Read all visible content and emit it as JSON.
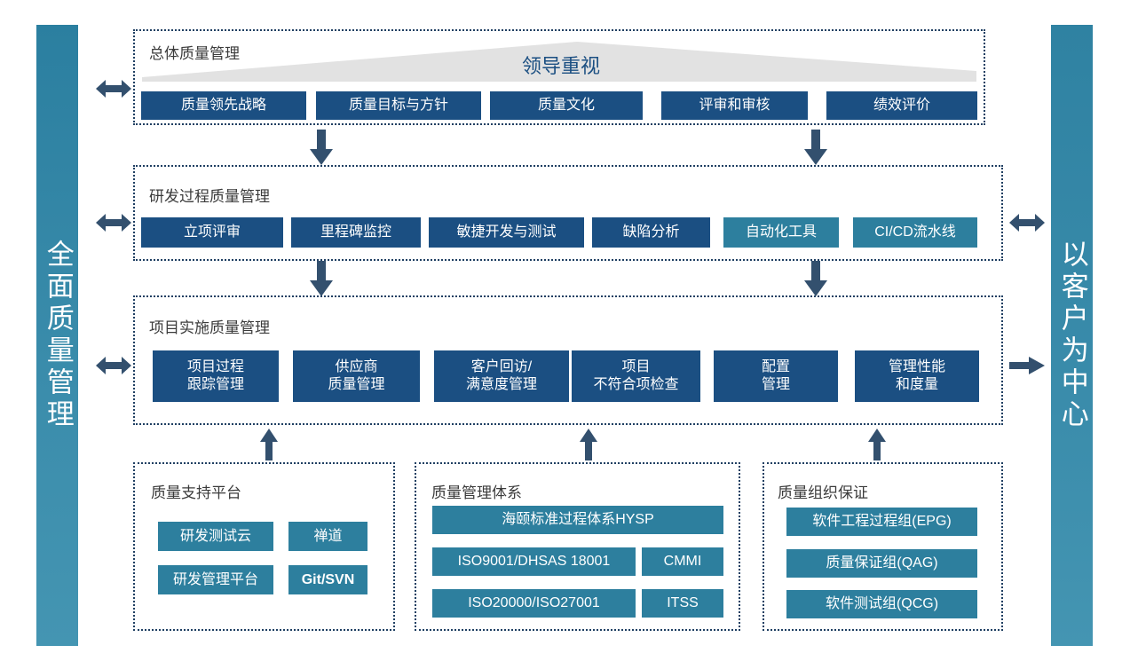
{
  "diagram": {
    "left_pillar": {
      "label": "全面质量管理"
    },
    "right_pillar": {
      "label": "以客户为中心"
    },
    "banner": {
      "label": "领导重视"
    },
    "colors": {
      "navy": "#1b4f82",
      "teal": "#2d7f9e",
      "pillar": "#3a8cab",
      "banner_gray": "#e0e0e0",
      "arrow": "#33506e",
      "dotted_border": "#1f3f62"
    },
    "rows": [
      {
        "title": "总体质量管理",
        "items": [
          {
            "label": "质量领先战略",
            "style": "navy"
          },
          {
            "label": "质量目标与方针",
            "style": "navy"
          },
          {
            "label": "质量文化",
            "style": "navy"
          },
          {
            "label": "评审和审核",
            "style": "navy"
          },
          {
            "label": "绩效评价",
            "style": "navy"
          }
        ]
      },
      {
        "title": "研发过程质量管理",
        "items": [
          {
            "label": "立项评审",
            "style": "navy"
          },
          {
            "label": "里程碑监控",
            "style": "navy"
          },
          {
            "label": "敏捷开发与测试",
            "style": "navy"
          },
          {
            "label": "缺陷分析",
            "style": "navy"
          },
          {
            "label": "自动化工具",
            "style": "teal"
          },
          {
            "label": "CI/CD流水线",
            "style": "teal"
          }
        ]
      },
      {
        "title": "项目实施质量管理",
        "items": [
          {
            "label": "项目过程\n跟踪管理",
            "style": "navy"
          },
          {
            "label": "供应商\n质量管理",
            "style": "navy"
          },
          {
            "label": "客户回访/\n满意度管理",
            "style": "navy"
          },
          {
            "label": "项目\n不符合项检查",
            "style": "navy"
          },
          {
            "label": "配置\n管理",
            "style": "navy"
          },
          {
            "label": "管理性能\n和度量",
            "style": "navy"
          }
        ]
      }
    ],
    "bottom_panels": [
      {
        "title": "质量支持平台",
        "items": [
          {
            "label": "研发测试云",
            "style": "teal",
            "bold": false
          },
          {
            "label": "禅道",
            "style": "teal",
            "bold": false
          },
          {
            "label": "研发管理平台",
            "style": "teal",
            "bold": false
          },
          {
            "label": "Git/SVN",
            "style": "teal",
            "bold": true
          }
        ]
      },
      {
        "title": "质量管理体系",
        "items": [
          {
            "label": "海颐标准过程体系HYSP",
            "style": "teal",
            "bold": false
          },
          {
            "label": "ISO9001/DHSAS 18001",
            "style": "teal",
            "bold": false
          },
          {
            "label": "CMMI",
            "style": "teal",
            "bold": false
          },
          {
            "label": "ISO20000/ISO27001",
            "style": "teal",
            "bold": false
          },
          {
            "label": "ITSS",
            "style": "teal",
            "bold": false
          }
        ]
      },
      {
        "title": "质量组织保证",
        "items": [
          {
            "label": "软件工程过程组(EPG)",
            "style": "teal",
            "bold": false
          },
          {
            "label": "质量保证组(QAG)",
            "style": "teal",
            "bold": false
          },
          {
            "label": "软件测试组(QCG)",
            "style": "teal",
            "bold": false
          }
        ]
      }
    ]
  }
}
